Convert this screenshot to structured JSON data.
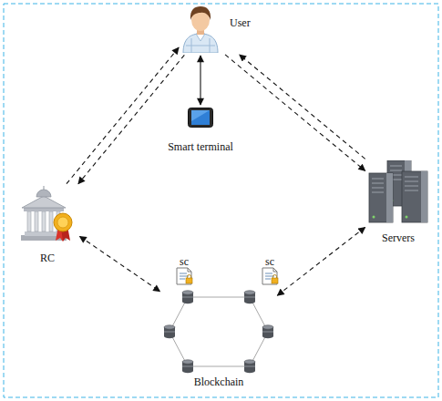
{
  "diagram": {
    "nodes": [
      {
        "text": [
          "User"
        ]
      },
      {
        "text": [
          "Smart terminal"
        ]
      },
      {
        "text": [
          "RC"
        ]
      },
      {
        "text": [
          "Servers"
        ]
      },
      {
        "text": [
          "Blockchain"
        ]
      }
    ],
    "edges": [
      {
        "from": 0,
        "to": 1,
        "arrow": "both"
      },
      {
        "from": 2,
        "to": 0,
        "arrow": "to"
      },
      {
        "from": 0,
        "to": 2,
        "arrow": "to"
      },
      {
        "from": 0,
        "to": 3,
        "arrow": "to"
      },
      {
        "from": 3,
        "to": 0,
        "arrow": "to"
      },
      {
        "from": 2,
        "to": 4,
        "arrow": "both"
      },
      {
        "from": 3,
        "to": 4,
        "arrow": "both"
      }
    ],
    "labels": [
      "sc",
      "sc"
    ]
  }
}
